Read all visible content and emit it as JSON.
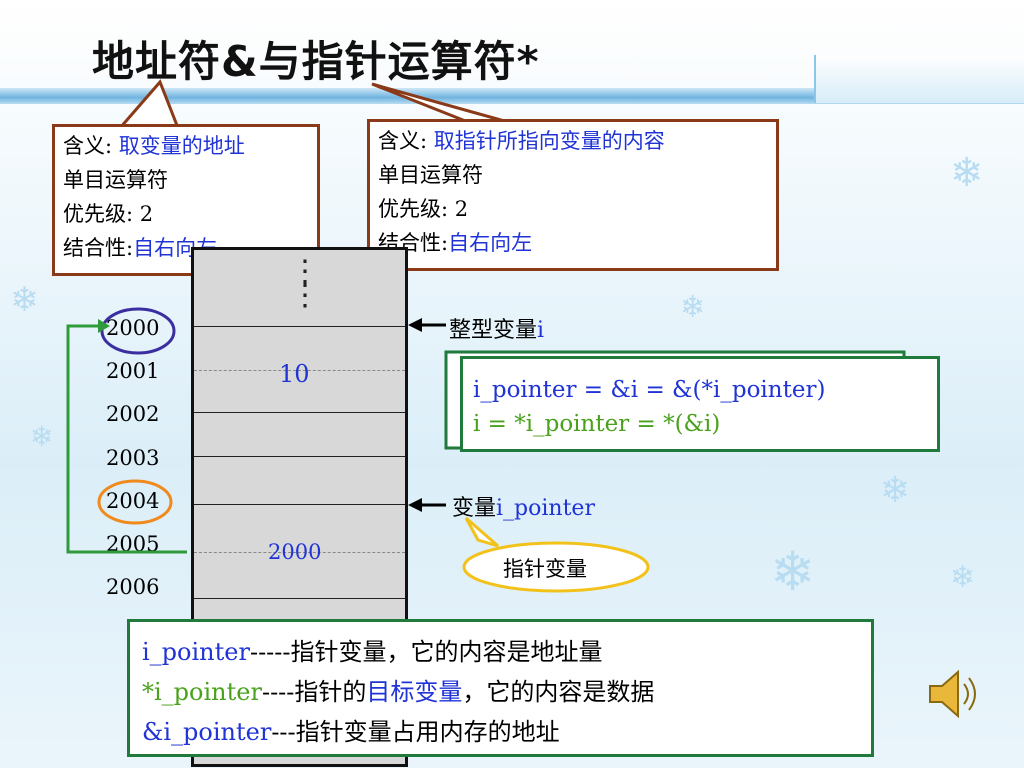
{
  "title": "地址符&与指针运算符*",
  "callout_left": {
    "l1_prefix": "含义:",
    "l1_value": "取变量的地址",
    "l2": "单目运算符",
    "l3": "优先级: 2",
    "l4_prefix": "结合性:",
    "l4_value": "自右向左"
  },
  "callout_right": {
    "l1_prefix": "含义:",
    "l1_value": "取指针所指向变量的内容",
    "l2": "单目运算符",
    "l3": "优先级: 2",
    "l4_prefix": "结合性:",
    "l4_value": "自右向左"
  },
  "memory": {
    "ellipsis": "⋮",
    "value_i": "10",
    "value_pointer": "2000",
    "addresses": [
      "2000",
      "2001",
      "2002",
      "2003",
      "2004",
      "2005",
      "2006"
    ]
  },
  "labels": {
    "int_var_prefix": "整型变量",
    "int_var_name": "i",
    "ptr_var_prefix": "变量",
    "ptr_var_name": "i_pointer",
    "ptr_bubble": "指针变量"
  },
  "formula": {
    "line1": "i_pointer  =  &i  =  &(*i_pointer)",
    "line2": "i  =    *i_pointer  =    *(&i)"
  },
  "bottom": {
    "r1_name": "i_pointer",
    "r1_rest": "-----指针变量，它的内容是地址量",
    "r2_name": "*i_pointer",
    "r2_mid": "----指针的",
    "r2_hl": "目标变量",
    "r2_tail": "，它的内容是数据",
    "r3_name": "&i_pointer",
    "r3_rest": "---指针变量占用内存的地址"
  },
  "colors": {
    "callout_border": "#8a3a18",
    "blue_text": "#1f33d6",
    "green_text": "#4aa21c",
    "box_border": "#1f7a3b",
    "arrow_green": "#2e9a3a",
    "circle_blue": "#3b2fa0",
    "circle_orange": "#f08a1e",
    "bubble_yellow": "#f2c21a"
  },
  "icons": {
    "speaker": "speaker-icon"
  }
}
